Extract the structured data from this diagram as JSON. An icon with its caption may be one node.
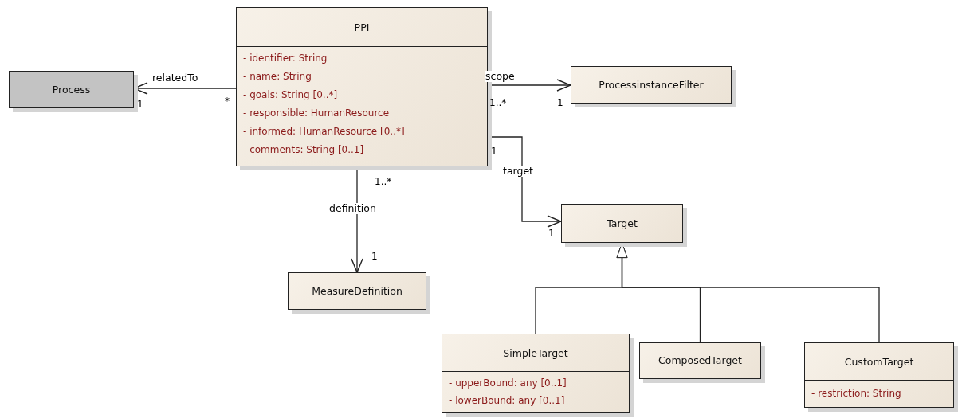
{
  "diagram": {
    "nodes": [
      {
        "text": [
          "Process"
        ]
      },
      {
        "text": [
          "PPI",
          "- identifier: String",
          "- name: String",
          "- goals: String [0..*]",
          "- responsible: HumanResource",
          "- informed: HumanResource [0..*]",
          "- comments: String [0..1]"
        ]
      },
      {
        "text": [
          "ProcessinstanceFilter"
        ]
      },
      {
        "text": [
          "Target"
        ]
      },
      {
        "text": [
          "MeasureDefinition"
        ]
      },
      {
        "text": [
          "SimpleTarget",
          "- upperBound: any [0..1]",
          "- lowerBound: any [0..1]"
        ]
      },
      {
        "text": [
          "ComposedTarget"
        ]
      },
      {
        "text": [
          "CustomTarget",
          "- restriction: String"
        ]
      }
    ],
    "edges": [
      {
        "from": 1,
        "to": 0,
        "arrow": "to",
        "label": "relatedTo"
      },
      {
        "from": 1,
        "to": 2,
        "arrow": "to",
        "label": "scope"
      },
      {
        "from": 1,
        "to": 3,
        "arrow": "to",
        "label": "target"
      },
      {
        "from": 1,
        "to": 4,
        "arrow": "to",
        "label": "definition"
      },
      {
        "from": 5,
        "to": 3,
        "arrow": "to"
      },
      {
        "from": 6,
        "to": 3,
        "arrow": "to"
      },
      {
        "from": 7,
        "to": 3,
        "arrow": "to"
      }
    ],
    "labels": [
      "1",
      "*",
      "1..*",
      "1",
      "1",
      "1",
      "1..*",
      "1"
    ]
  }
}
